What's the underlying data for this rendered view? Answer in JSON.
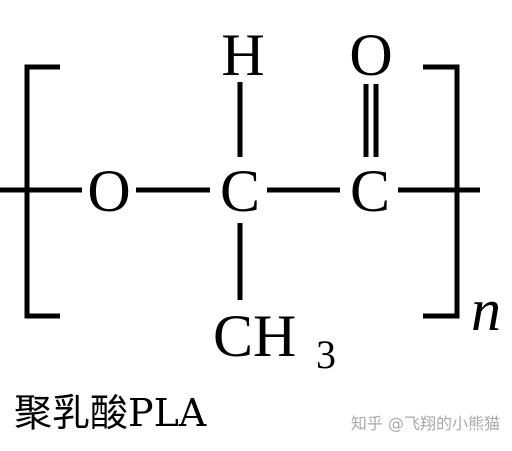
{
  "structure": {
    "atoms": {
      "oxygen_chain": "O",
      "hydrogen": "H",
      "carbon_alpha": "C",
      "carbon_carbonyl": "C",
      "oxygen_carbonyl": "O",
      "methyl_ch": "CH",
      "methyl_subscript": "3"
    },
    "repeat_label": "n"
  },
  "caption": "聚乳酸PLA",
  "watermark": "知乎 @飞翔的小熊猫"
}
